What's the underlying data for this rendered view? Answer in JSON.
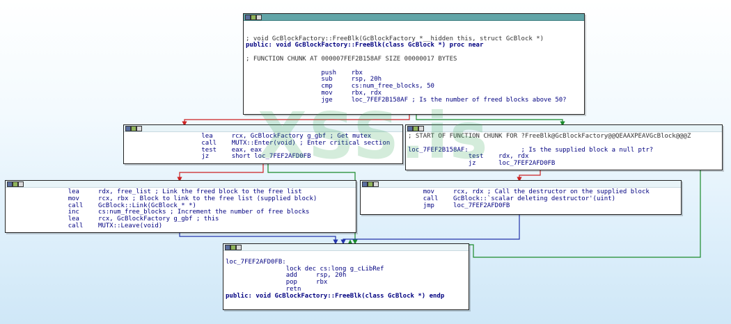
{
  "watermark": "XSS.is",
  "edge_colors": {
    "false_branch": "#cc2222",
    "true_branch": "#1a8a2a",
    "unconditional": "#2233aa"
  },
  "nodes": {
    "n1": {
      "lines": [
        {
          "text": "",
          "cls": ""
        },
        {
          "text": "",
          "cls": ""
        },
        {
          "text": "; void GcBlockFactory::FreeBlk(GcBlockFactory *__hidden this, struct GcBlock *)",
          "cls": "cmt"
        },
        {
          "text": "public: void GcBlockFactory::FreeBlk(class GcBlock *) proc near",
          "cls": "kw"
        },
        {
          "text": "",
          "cls": ""
        },
        {
          "text": "; FUNCTION CHUNK AT 000007FEF2B158AF SIZE 00000017 BYTES",
          "cls": "cmt"
        },
        {
          "text": "",
          "cls": ""
        },
        {
          "text": "                    push    rbx",
          "cls": ""
        },
        {
          "text": "                    sub     rsp, 20h",
          "cls": ""
        },
        {
          "text": "                    cmp     cs:num_free_blocks, 50",
          "cls": ""
        },
        {
          "text": "                    mov     rbx, rdx",
          "cls": ""
        },
        {
          "text": "                    jge     loc_7FEF2B158AF ; Is the number of freed blocks above 50?",
          "cls": ""
        }
      ]
    },
    "n2": {
      "lines": [
        {
          "text": "                    lea     rcx, GcBlockFactory g_gbf ; Get mutex",
          "cls": ""
        },
        {
          "text": "                    call    MUTX::Enter(void) ; Enter critical section",
          "cls": ""
        },
        {
          "text": "                    test    eax, eax",
          "cls": ""
        },
        {
          "text": "                    jz      short loc_7FEF2AFD0FB",
          "cls": ""
        }
      ]
    },
    "n3": {
      "lines": [
        {
          "text": "; START OF FUNCTION CHUNK FOR ?FreeBlk@GcBlockFactory@@QEAAXPEAVGcBlock@@@Z",
          "cls": "cmt"
        },
        {
          "text": "",
          "cls": ""
        },
        {
          "text": "loc_7FEF2B158AF:              ; Is the supplied block a null ptr?",
          "cls": ""
        },
        {
          "text": "                test    rdx, rdx",
          "cls": ""
        },
        {
          "text": "                jz      loc_7FEF2AFD0FB",
          "cls": ""
        }
      ]
    },
    "n4": {
      "lines": [
        {
          "text": "                lea     rdx, free_list ; Link the freed block to the free list",
          "cls": ""
        },
        {
          "text": "                mov     rcx, rbx ; Block to link to the free list (supplied block)",
          "cls": ""
        },
        {
          "text": "                call    GcBlock::Link(GcBlock * *)",
          "cls": ""
        },
        {
          "text": "                inc     cs:num_free_blocks ; Increment the number of free blocks",
          "cls": ""
        },
        {
          "text": "                lea     rcx, GcBlockFactory g_gbf ; this",
          "cls": ""
        },
        {
          "text": "                call    MUTX::Leave(void)",
          "cls": ""
        }
      ]
    },
    "n5": {
      "lines": [
        {
          "text": "                mov     rcx, rdx ; Call the destructor on the supplied block",
          "cls": ""
        },
        {
          "text": "                call    GcBlock::`scalar deleting destructor'(uint)",
          "cls": ""
        },
        {
          "text": "                jmp     loc_7FEF2AFD0FB",
          "cls": ""
        }
      ]
    },
    "n6": {
      "lines": [
        {
          "text": "",
          "cls": ""
        },
        {
          "text": "loc_7FEF2AFD0FB:",
          "cls": ""
        },
        {
          "text": "                lock dec cs:long g_cLibRef",
          "cls": ""
        },
        {
          "text": "                add     rsp, 20h",
          "cls": ""
        },
        {
          "text": "                pop     rbx",
          "cls": ""
        },
        {
          "text": "                retn",
          "cls": ""
        },
        {
          "text": "public: void GcBlockFactory::FreeBlk(class GcBlock *) endp",
          "cls": "kw"
        }
      ]
    }
  }
}
